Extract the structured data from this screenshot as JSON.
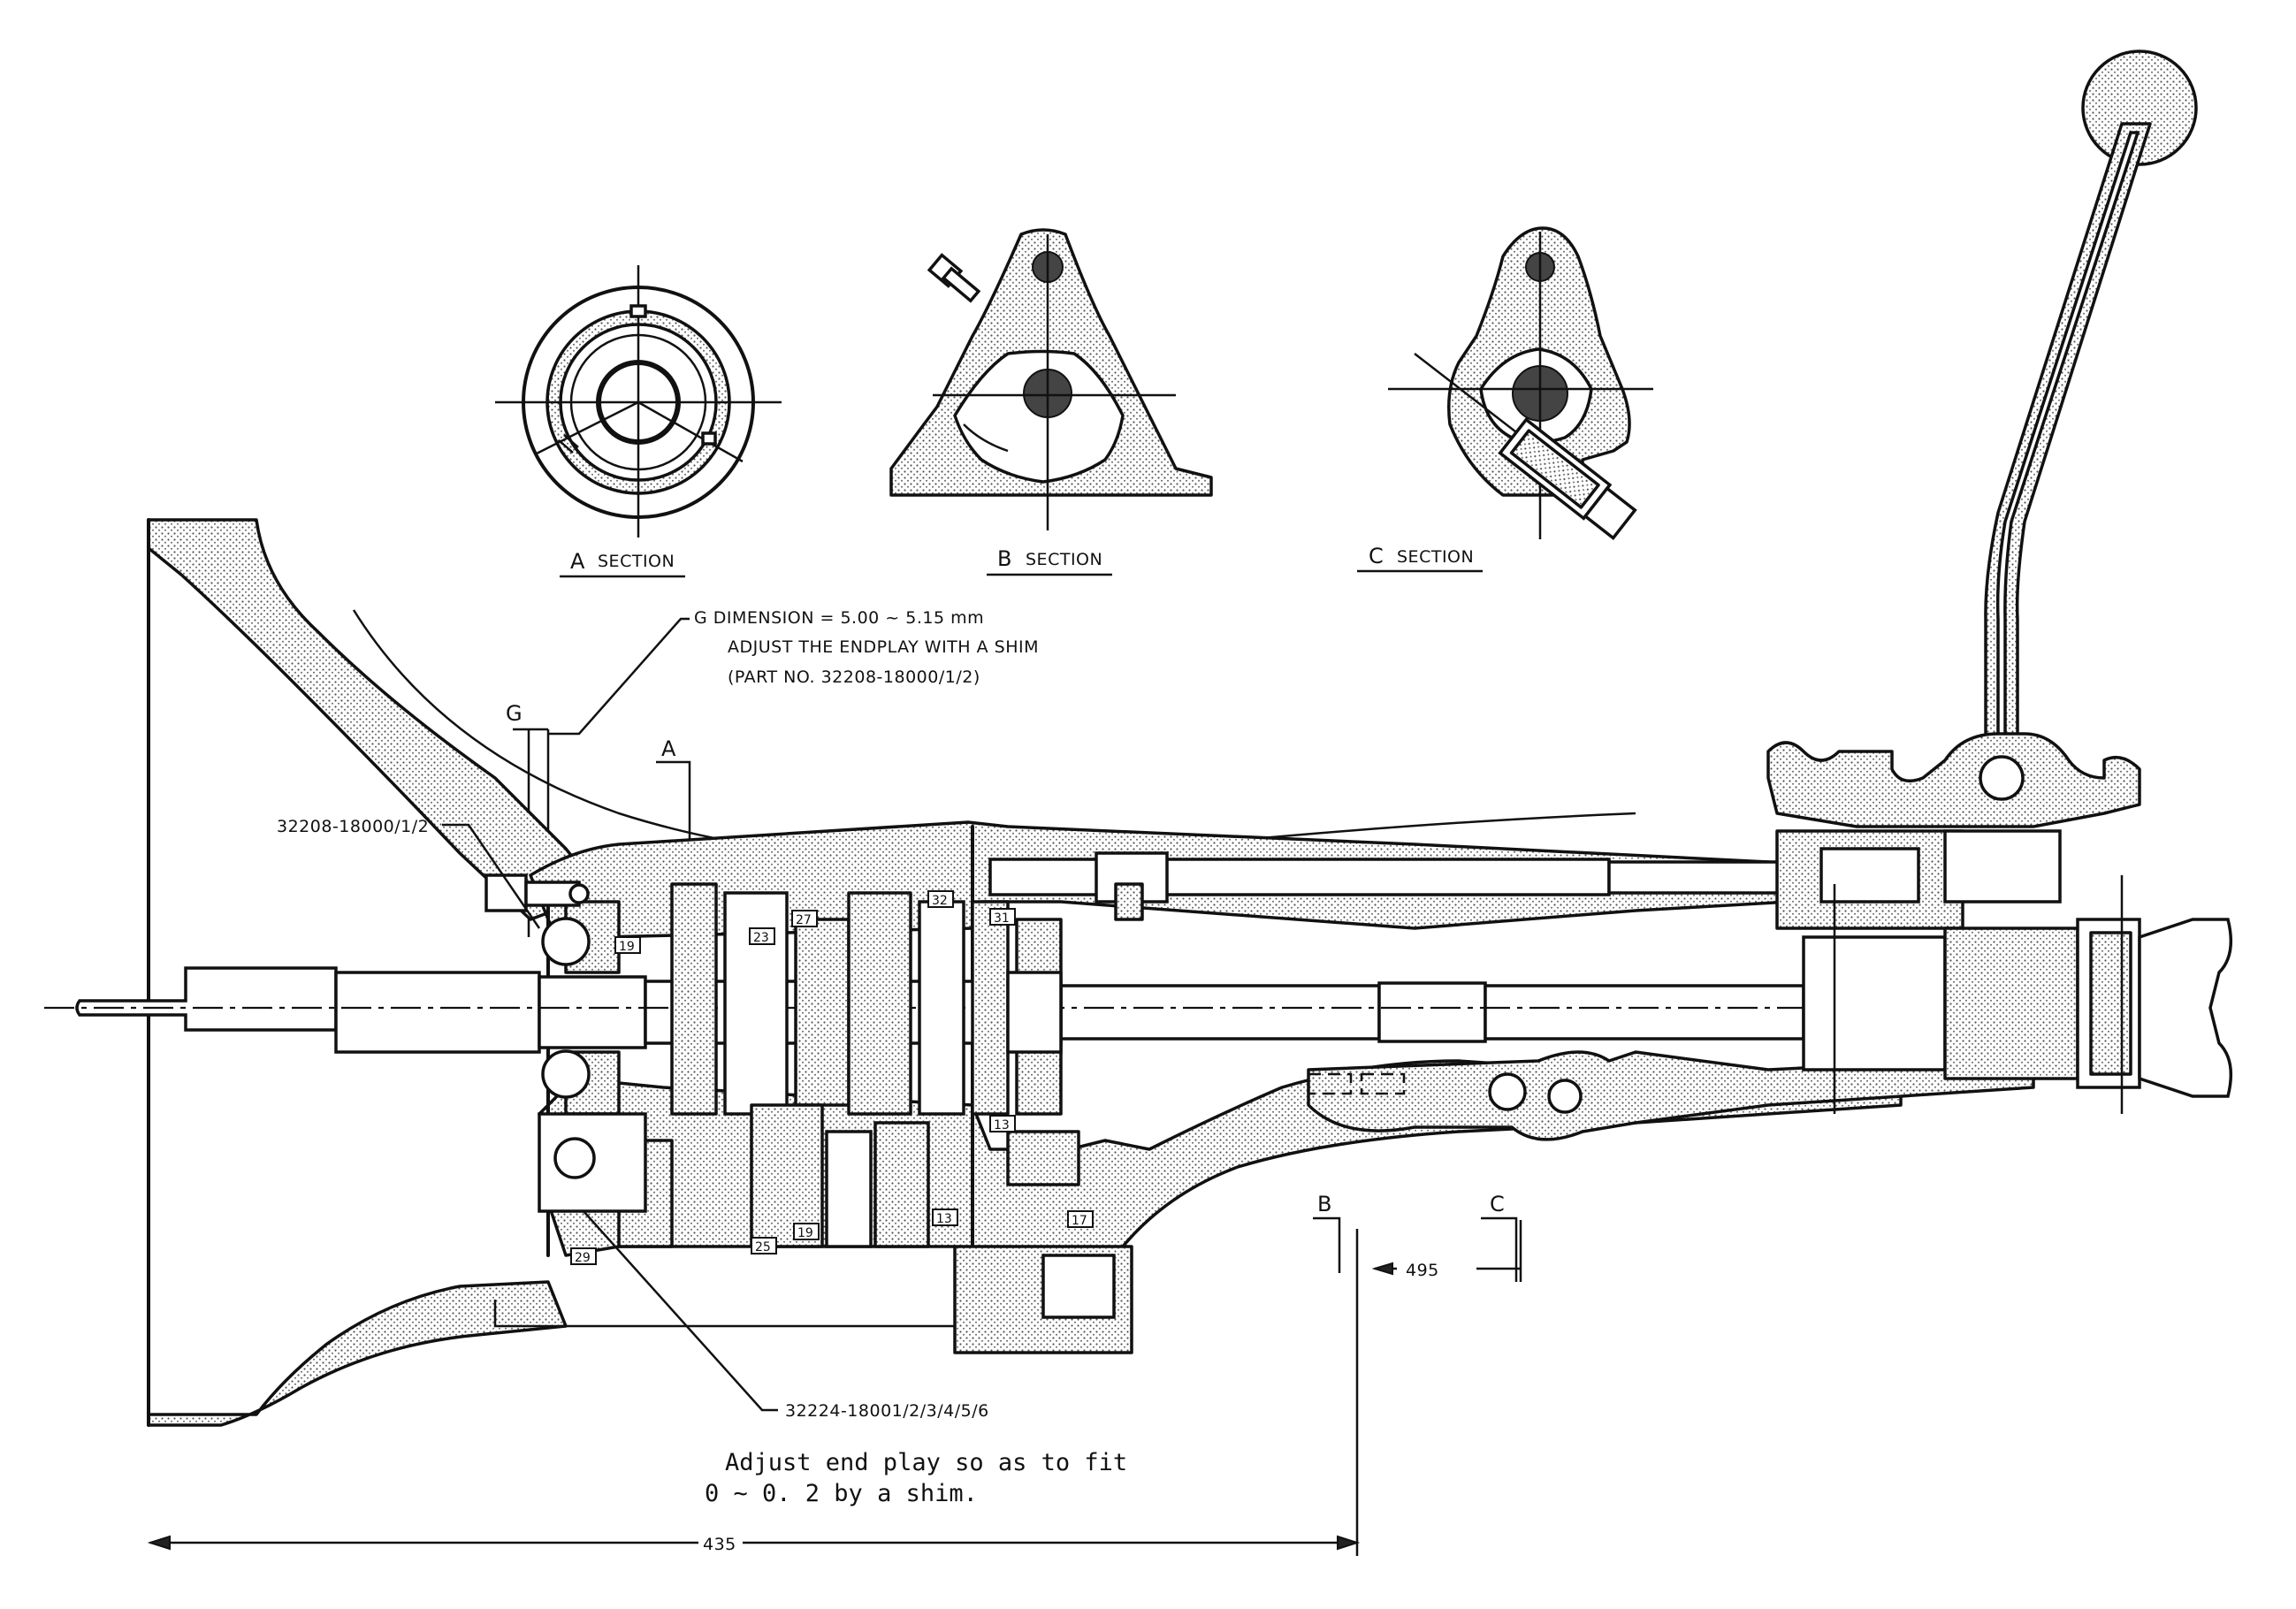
{
  "sections": {
    "a": {
      "letter": "A",
      "word": "SECTION"
    },
    "b": {
      "letter": "B",
      "word": "SECTION"
    },
    "c": {
      "letter": "C",
      "word": "SECTION"
    }
  },
  "g_note": {
    "line1": "G  DIMENSION = 5.00 ~ 5.15 mm",
    "line2": "ADJUST THE ENDPLAY WITH A SHIM",
    "line3": "(PART NO. 32208-18000/1/2)"
  },
  "cut_labels": {
    "g": "G",
    "a": "A",
    "b": "B",
    "c": "C"
  },
  "part_callouts": {
    "upper": "32208-18000/1/2",
    "lower": "32224-18001/2/3/4/5/6"
  },
  "gear_tooth_counts": {
    "t19_top": "19",
    "t23": "23",
    "t27": "27",
    "t32": "32",
    "t31": "31",
    "t13_right": "13",
    "t13_bottom": "13",
    "t17": "17",
    "t25": "25",
    "t19_bottom": "19",
    "t29": "29"
  },
  "bottom_note": {
    "line1": "Adjust end play so as to fit",
    "line2": "0 ~ 0. 2 by a shim."
  },
  "dimensions": {
    "overall": "435",
    "bc_offset": "495"
  },
  "colors": {
    "ink": "#111111",
    "paper": "#ffffff"
  }
}
